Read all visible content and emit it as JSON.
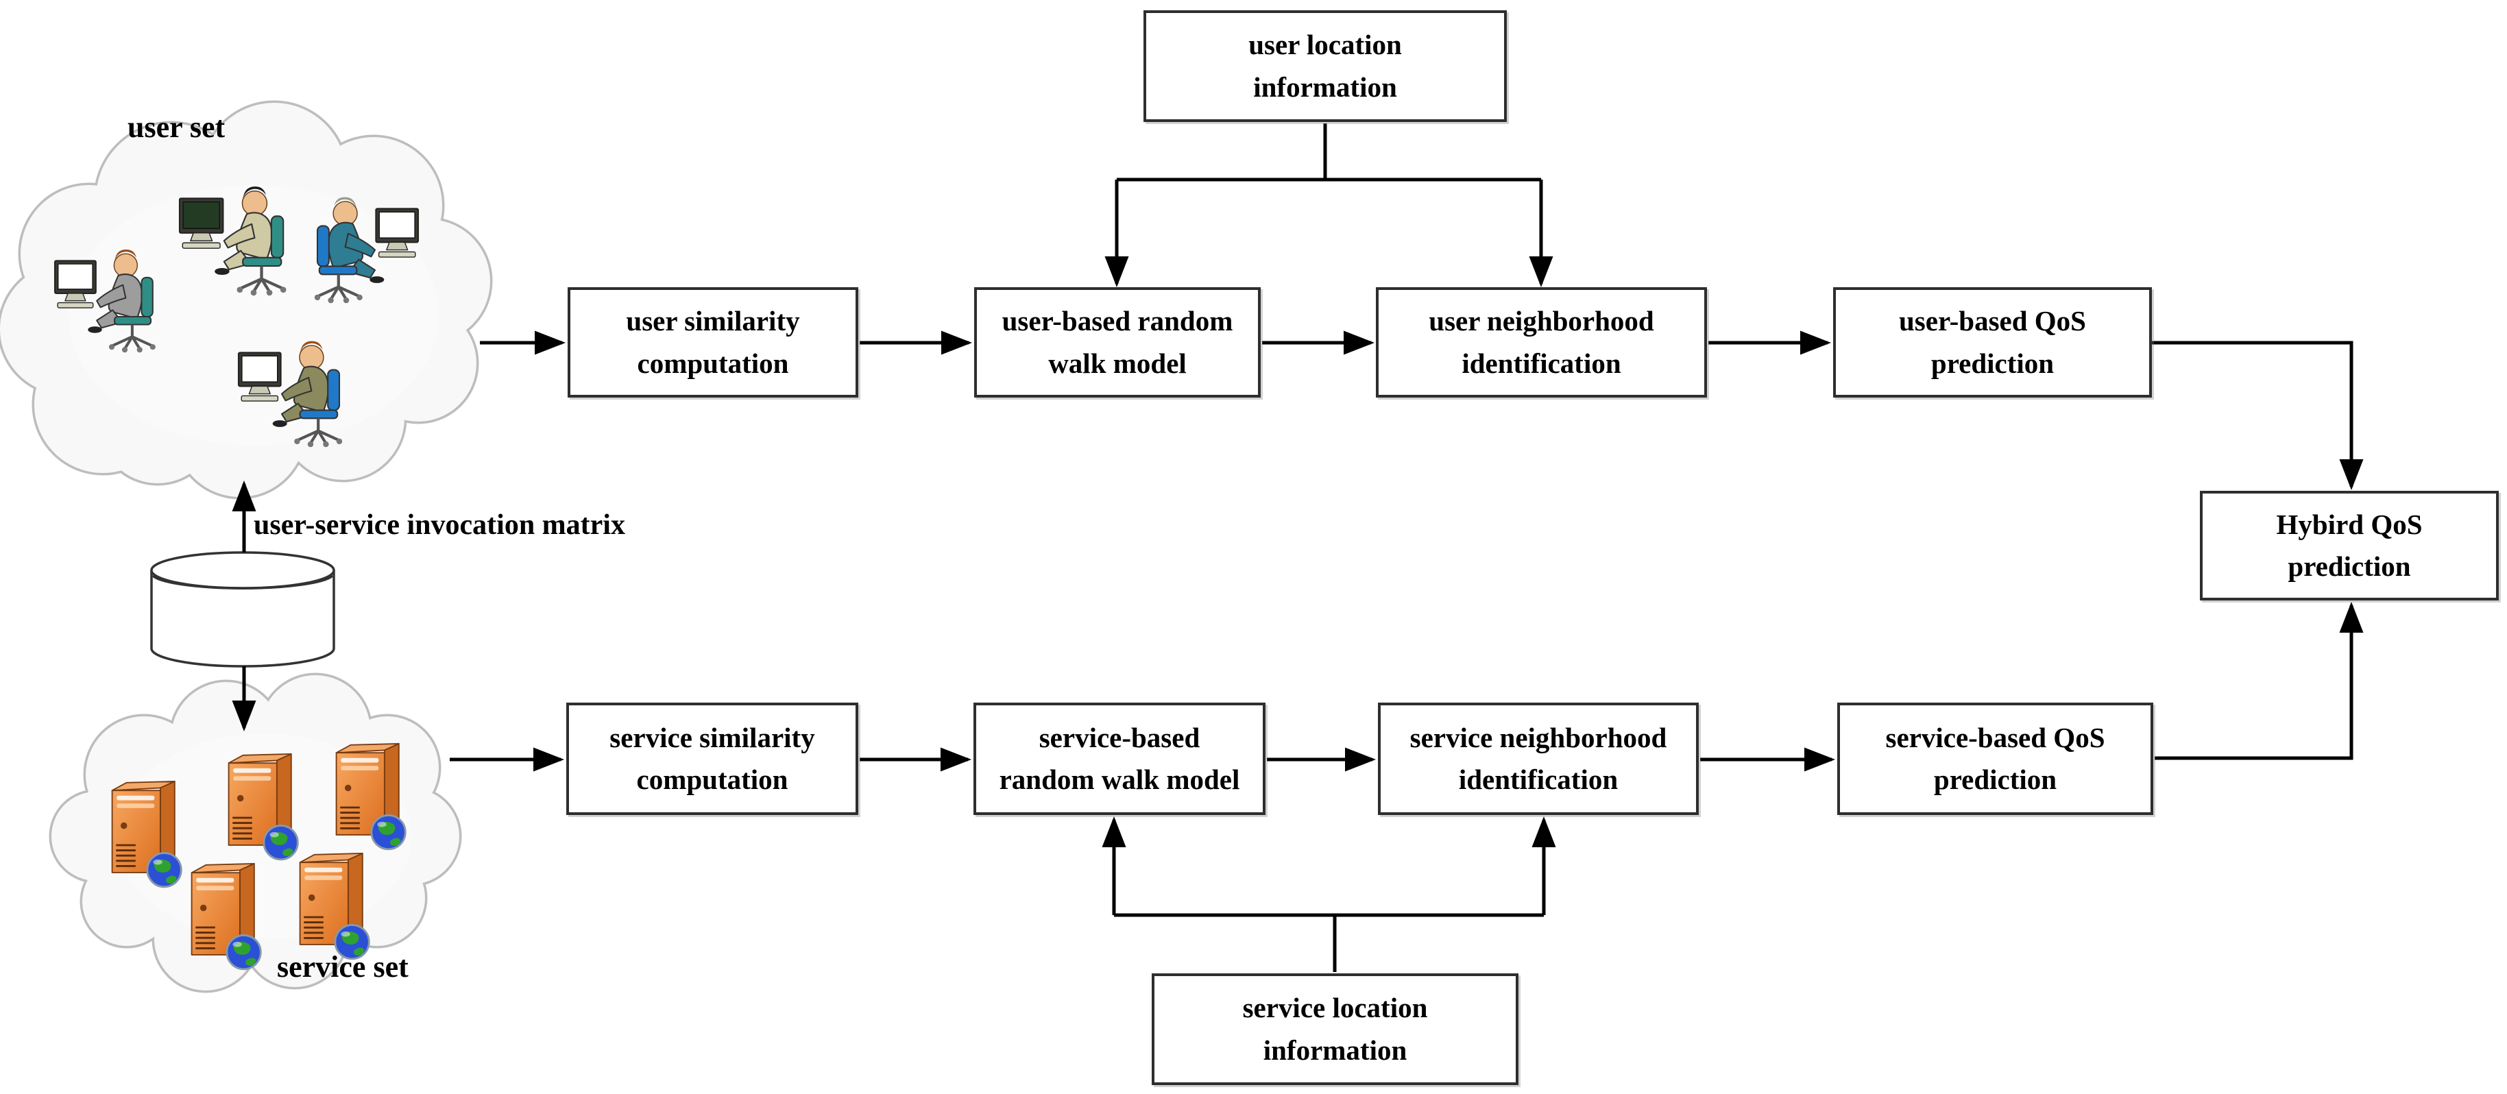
{
  "labels": {
    "user_set": "user set",
    "service_set": "service set",
    "invocation_matrix": "user-service invocation matrix"
  },
  "nodes": {
    "user_location": {
      "label": "user location\ninformation"
    },
    "user_similarity": {
      "label": "user similarity\ncomputation"
    },
    "user_random_walk": {
      "label": "user-based random\nwalk model"
    },
    "user_neighborhood": {
      "label": "user neighborhood\nidentification"
    },
    "user_qos": {
      "label": "user-based QoS\nprediction"
    },
    "hybrid_qos": {
      "label": "Hybird QoS\nprediction"
    },
    "service_similarity": {
      "label": "service similarity\ncomputation"
    },
    "service_random_walk": {
      "label": "service-based\nrandom walk model"
    },
    "service_neighborhood": {
      "label": "service neighborhood\nidentification"
    },
    "service_qos": {
      "label": "service-based QoS\nprediction"
    },
    "service_location": {
      "label": "service location\ninformation"
    }
  },
  "colors": {
    "line": "#000000",
    "box_border": "#2e2e2e",
    "cloud_outline": "#bdbdbd",
    "cloud_fill": "#f8f8f8",
    "server_orange": "#e8803a",
    "server_side": "#c8671f",
    "globe_ocean": "#2b50d6",
    "globe_land": "#2fa12f",
    "chair_teal": "#2f8f86",
    "chair_blue": "#2079c8"
  }
}
